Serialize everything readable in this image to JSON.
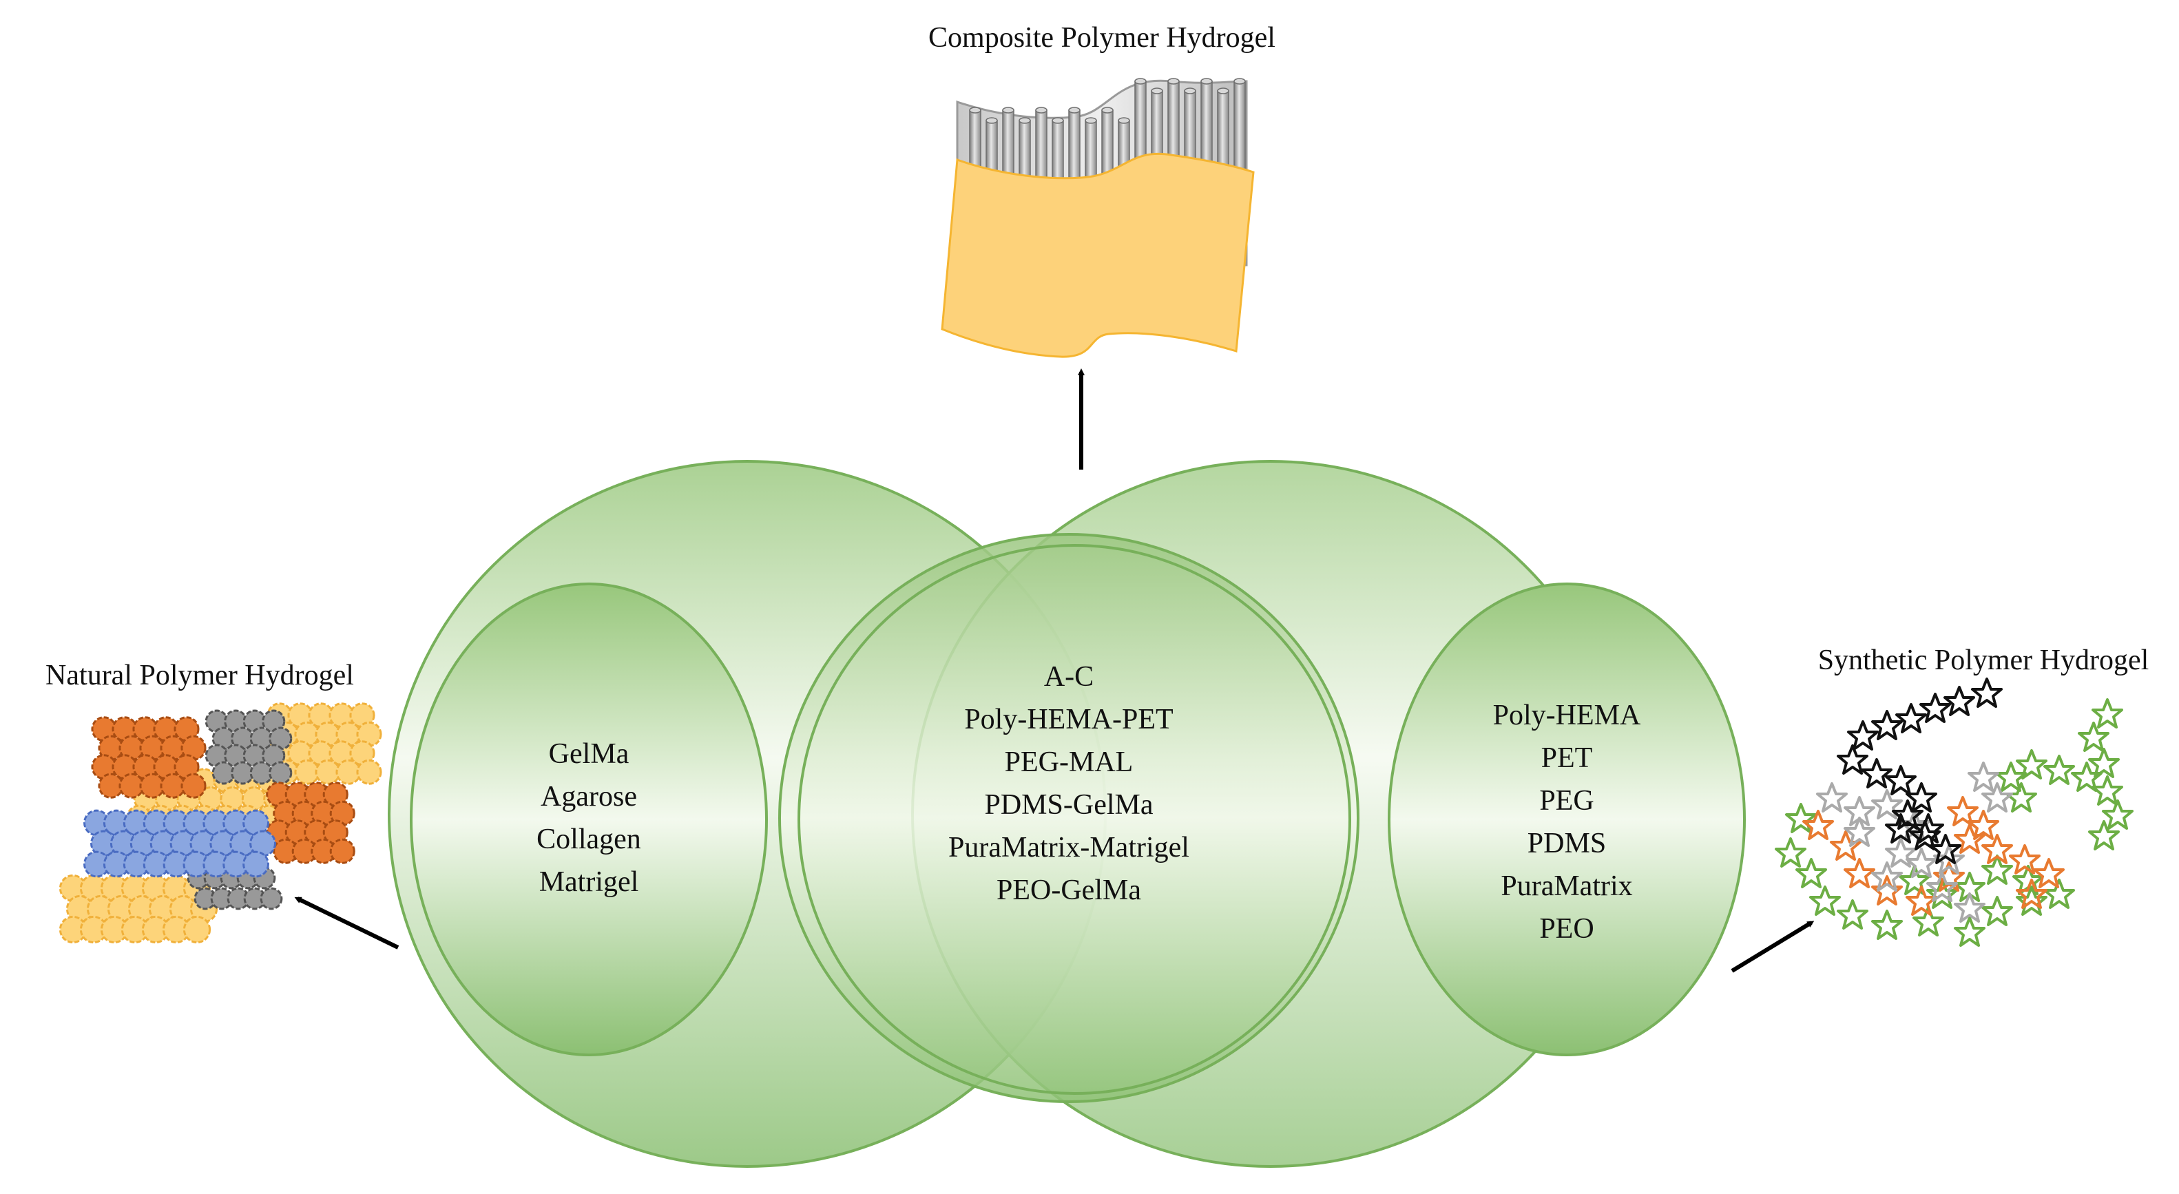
{
  "titles": {
    "composite": "Composite Polymer Hydrogel",
    "natural": "Natural Polymer Hydrogel",
    "synthetic": "Synthetic Polymer Hydrogel"
  },
  "natural_items": [
    "GelMa",
    "Agarose",
    "Collagen",
    "Matrigel"
  ],
  "composite_items": [
    "A-C",
    "Poly-HEMA-PET",
    "PEG-MAL",
    "PDMS-GelMa",
    "PuraMatrix-Matrigel",
    "PEO-GelMa"
  ],
  "synthetic_items": [
    "Poly-HEMA",
    "PET",
    "PEG",
    "PDMS",
    "PuraMatrix",
    "PEO"
  ],
  "colors": {
    "ellipse_edge": "#77b05a",
    "ellipse_dark": "#8fc278",
    "ellipse_light": "#f4f9ef",
    "orange": "#e87a30",
    "gray": "#999999",
    "yellow": "#fdd47a",
    "blue": "#8aa6e0",
    "star_black": "#111111",
    "star_gray": "#aaaaaa",
    "star_orange": "#e87a30",
    "star_green": "#6cae44"
  }
}
